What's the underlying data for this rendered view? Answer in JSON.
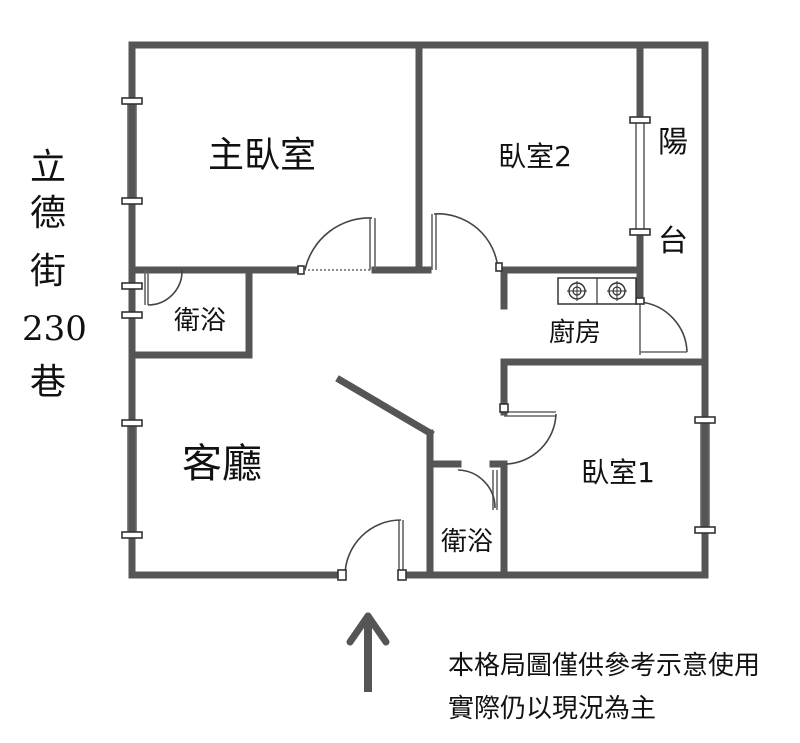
{
  "street_label": [
    "立",
    "德",
    "街",
    "230",
    "巷"
  ],
  "rooms": {
    "master_bedroom": "主臥室",
    "bedroom2": "臥室2",
    "balcony_1": "陽",
    "balcony_2": "台",
    "bath_upper": "衛浴",
    "kitchen": "廚房",
    "living_room": "客廳",
    "bath_lower": "衛浴",
    "bedroom1": "臥室1"
  },
  "note": {
    "line1": "本格局圖僅供參考示意使用",
    "line2": "實際仍以現況為主"
  },
  "colors": {
    "wall": "#555555",
    "line": "#444444"
  },
  "icons": {
    "entrance": "up-arrow-icon",
    "stove": "stove-burner-icon"
  }
}
